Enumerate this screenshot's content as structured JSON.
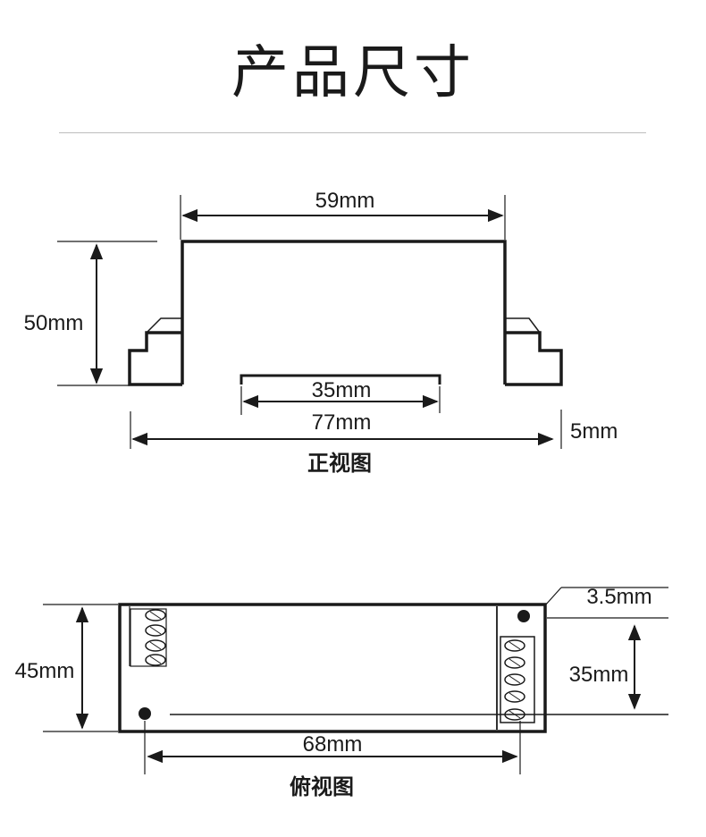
{
  "title": "产品尺寸",
  "front_view": {
    "caption": "正视图",
    "top_width": "59mm",
    "height": "50mm",
    "inner_width": "35mm",
    "total_width": "77mm",
    "base_height": "5mm"
  },
  "top_view": {
    "caption": "俯视图",
    "height": "45mm",
    "length": "68mm",
    "terminal_pitch": "35mm",
    "hole_offset": "3.5mm"
  },
  "colors": {
    "line": "#1a1a1a",
    "rule": "#bdbdbd",
    "background": "#ffffff"
  }
}
